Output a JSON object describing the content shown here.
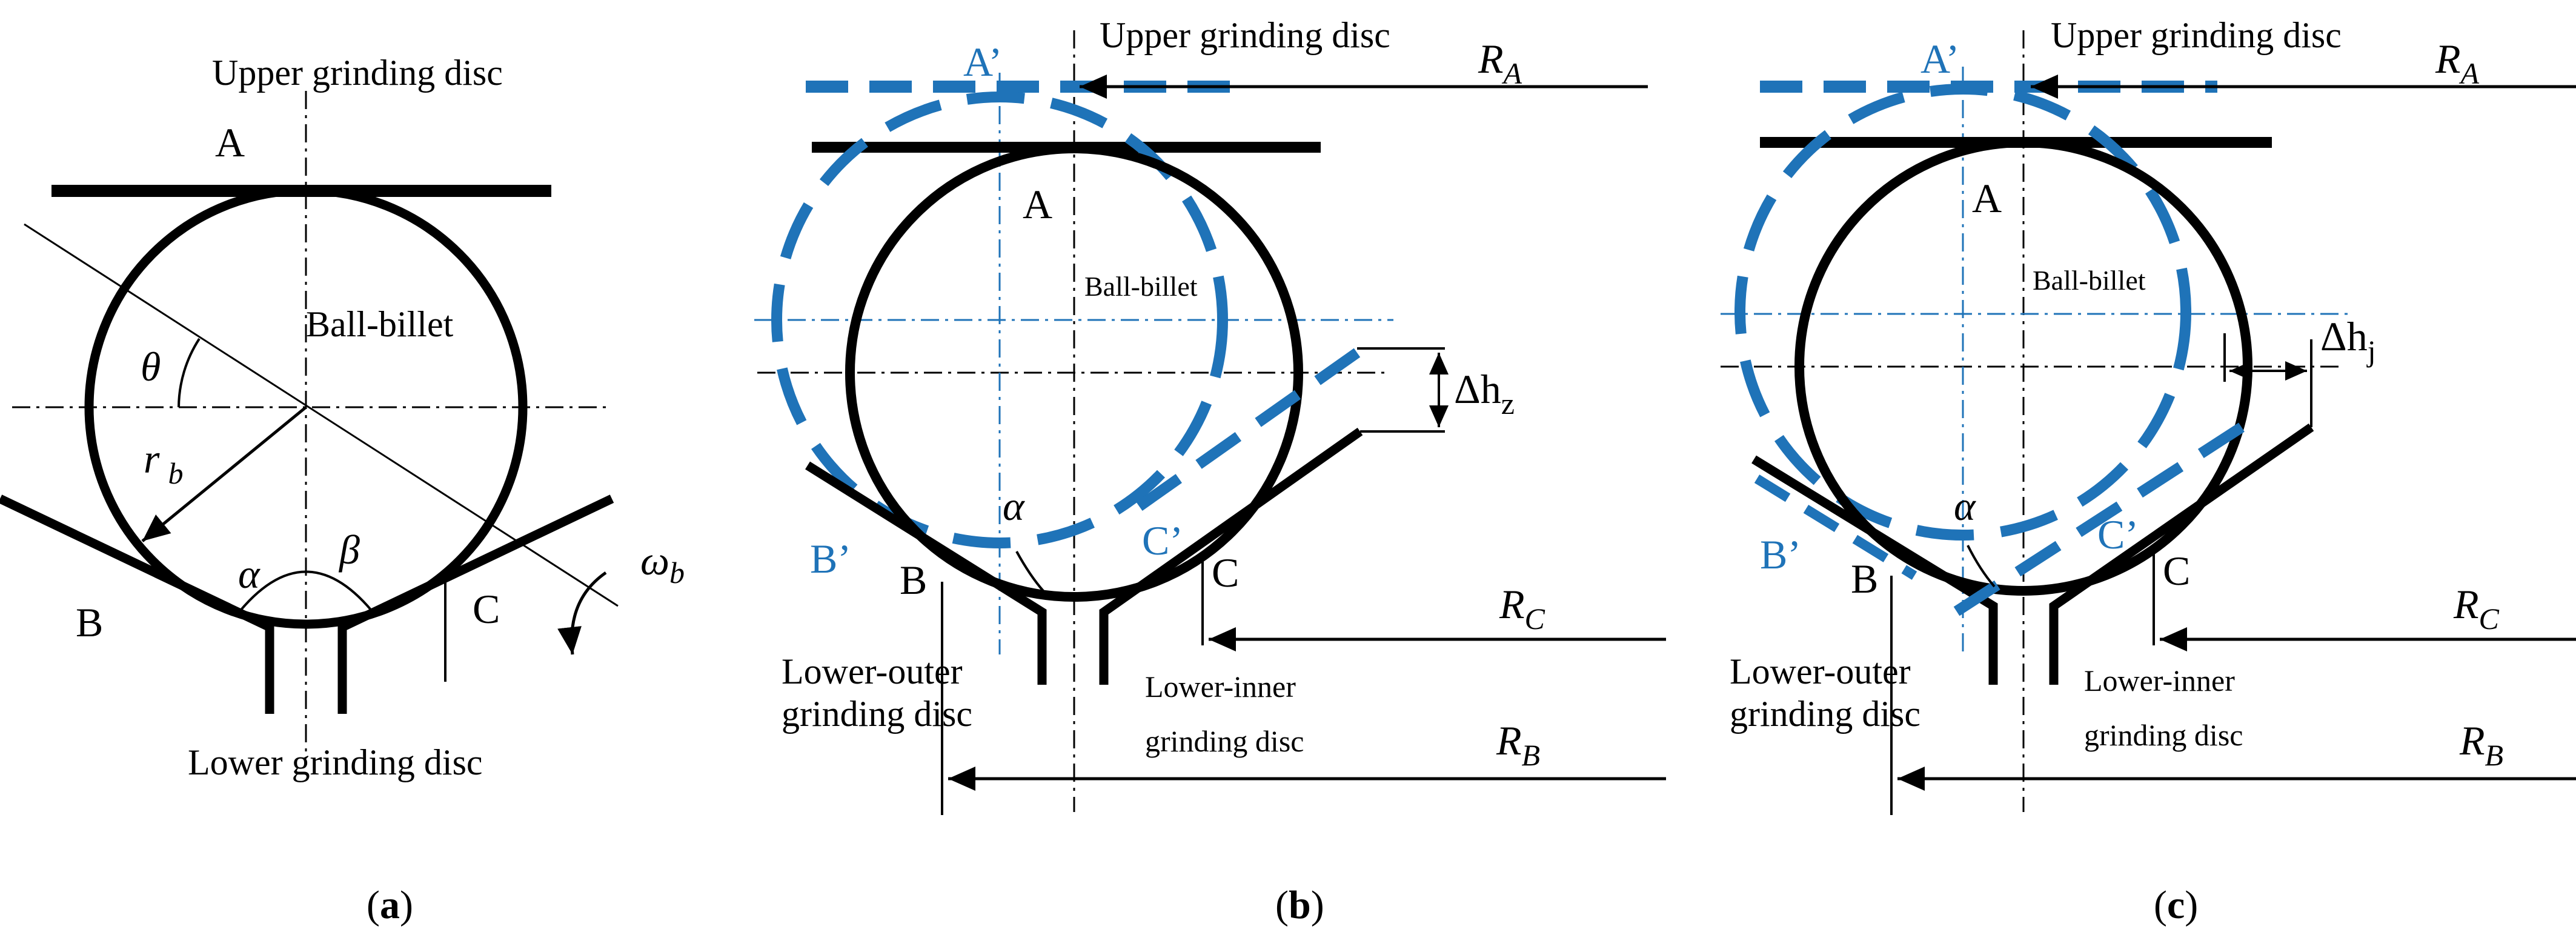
{
  "panel_a": {
    "upper_disc": "Upper grinding disc",
    "ball": "Ball-billet",
    "lower_disc": "Lower grinding disc",
    "point_a": "A",
    "point_b": "B",
    "point_c": "C",
    "theta": "θ",
    "r": "r",
    "r_sub": "b",
    "alpha": "α",
    "beta": "β",
    "omega": "ω",
    "omega_sub": "b",
    "caption_open": "(",
    "caption_letter": "a",
    "caption_close": ")"
  },
  "panel_b": {
    "upper_disc": "Upper grinding disc",
    "ball": "Ball-billet",
    "lower_outer_1": "Lower-outer",
    "lower_outer_2": "grinding disc",
    "lower_inner_1": "Lower-inner",
    "lower_inner_2": "grinding disc",
    "point_a": "A",
    "point_b": "B",
    "point_c": "C",
    "point_a2": "A’",
    "point_b2": "B’",
    "point_c2": "C’",
    "alpha": "α",
    "delta": "Δh",
    "delta_sub": "z",
    "ra": "R",
    "ra_sub": "A",
    "rb": "R",
    "rb_sub": "B",
    "rc": "R",
    "rc_sub": "C",
    "caption_open": "(",
    "caption_letter": "b",
    "caption_close": ")"
  },
  "panel_c": {
    "upper_disc": "Upper grinding disc",
    "ball": "Ball-billet",
    "lower_outer_1": "Lower-outer",
    "lower_outer_2": "grinding disc",
    "lower_inner_1": "Lower-inner",
    "lower_inner_2": "grinding disc",
    "point_a": "A",
    "point_b": "B",
    "point_c": "C",
    "point_a2": "A’",
    "point_b2": "B’",
    "point_c2": "C’",
    "alpha": "α",
    "delta": "Δh",
    "delta_sub": "j",
    "ra": "R",
    "ra_sub": "A",
    "rb": "R",
    "rb_sub": "B",
    "rc": "R",
    "rc_sub": "C",
    "caption_open": "(",
    "caption_letter": "c",
    "caption_close": ")"
  },
  "colors": {
    "ink": "#000000",
    "shifted": "#1f73b8"
  }
}
